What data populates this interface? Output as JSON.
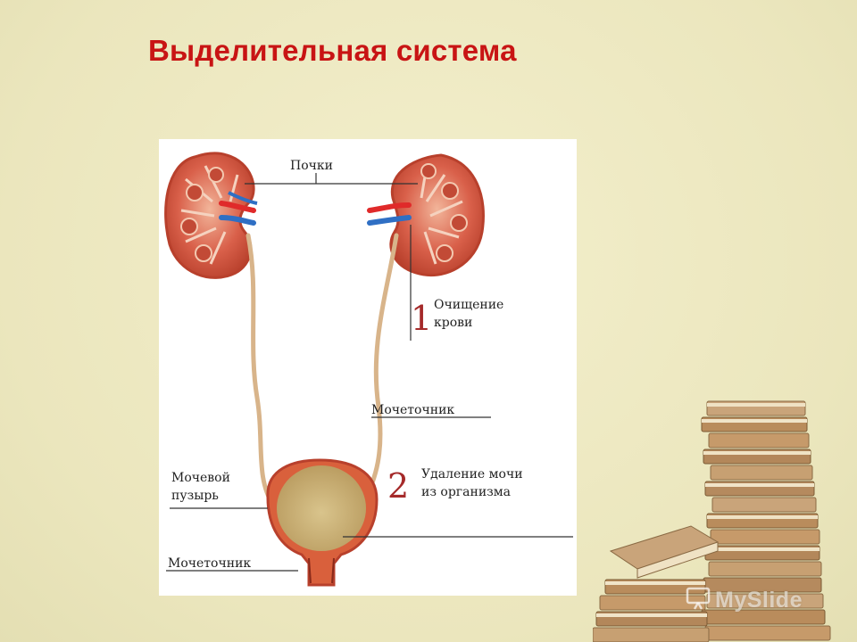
{
  "title": "Выделительная система",
  "diagram": {
    "labels": {
      "kidneys": "Почки",
      "function1_number": "1",
      "function1_line1": "Очищение",
      "function1_line2": "крови",
      "ureter_right": "Мочеточник",
      "bladder_line1": "Мочевой",
      "bladder_line2": "пузырь",
      "function2_number": "2",
      "function2_line1": "Удаление мочи",
      "function2_line2": "из организма",
      "urethra": "Мочеточник"
    },
    "colors": {
      "kidney_fill": "#d9604a",
      "kidney_outline": "#b8402c",
      "artery": "#e02a2a",
      "vein": "#2f6fc4",
      "ureter": "#d8b48a",
      "bladder_wall": "#d9603c",
      "bladder_inner": "#c9b07a"
    }
  },
  "watermark": {
    "text": "MySlide"
  },
  "decor": {
    "books_icon": "books-stack-image",
    "watermark_icon": "slideshow-icon"
  }
}
